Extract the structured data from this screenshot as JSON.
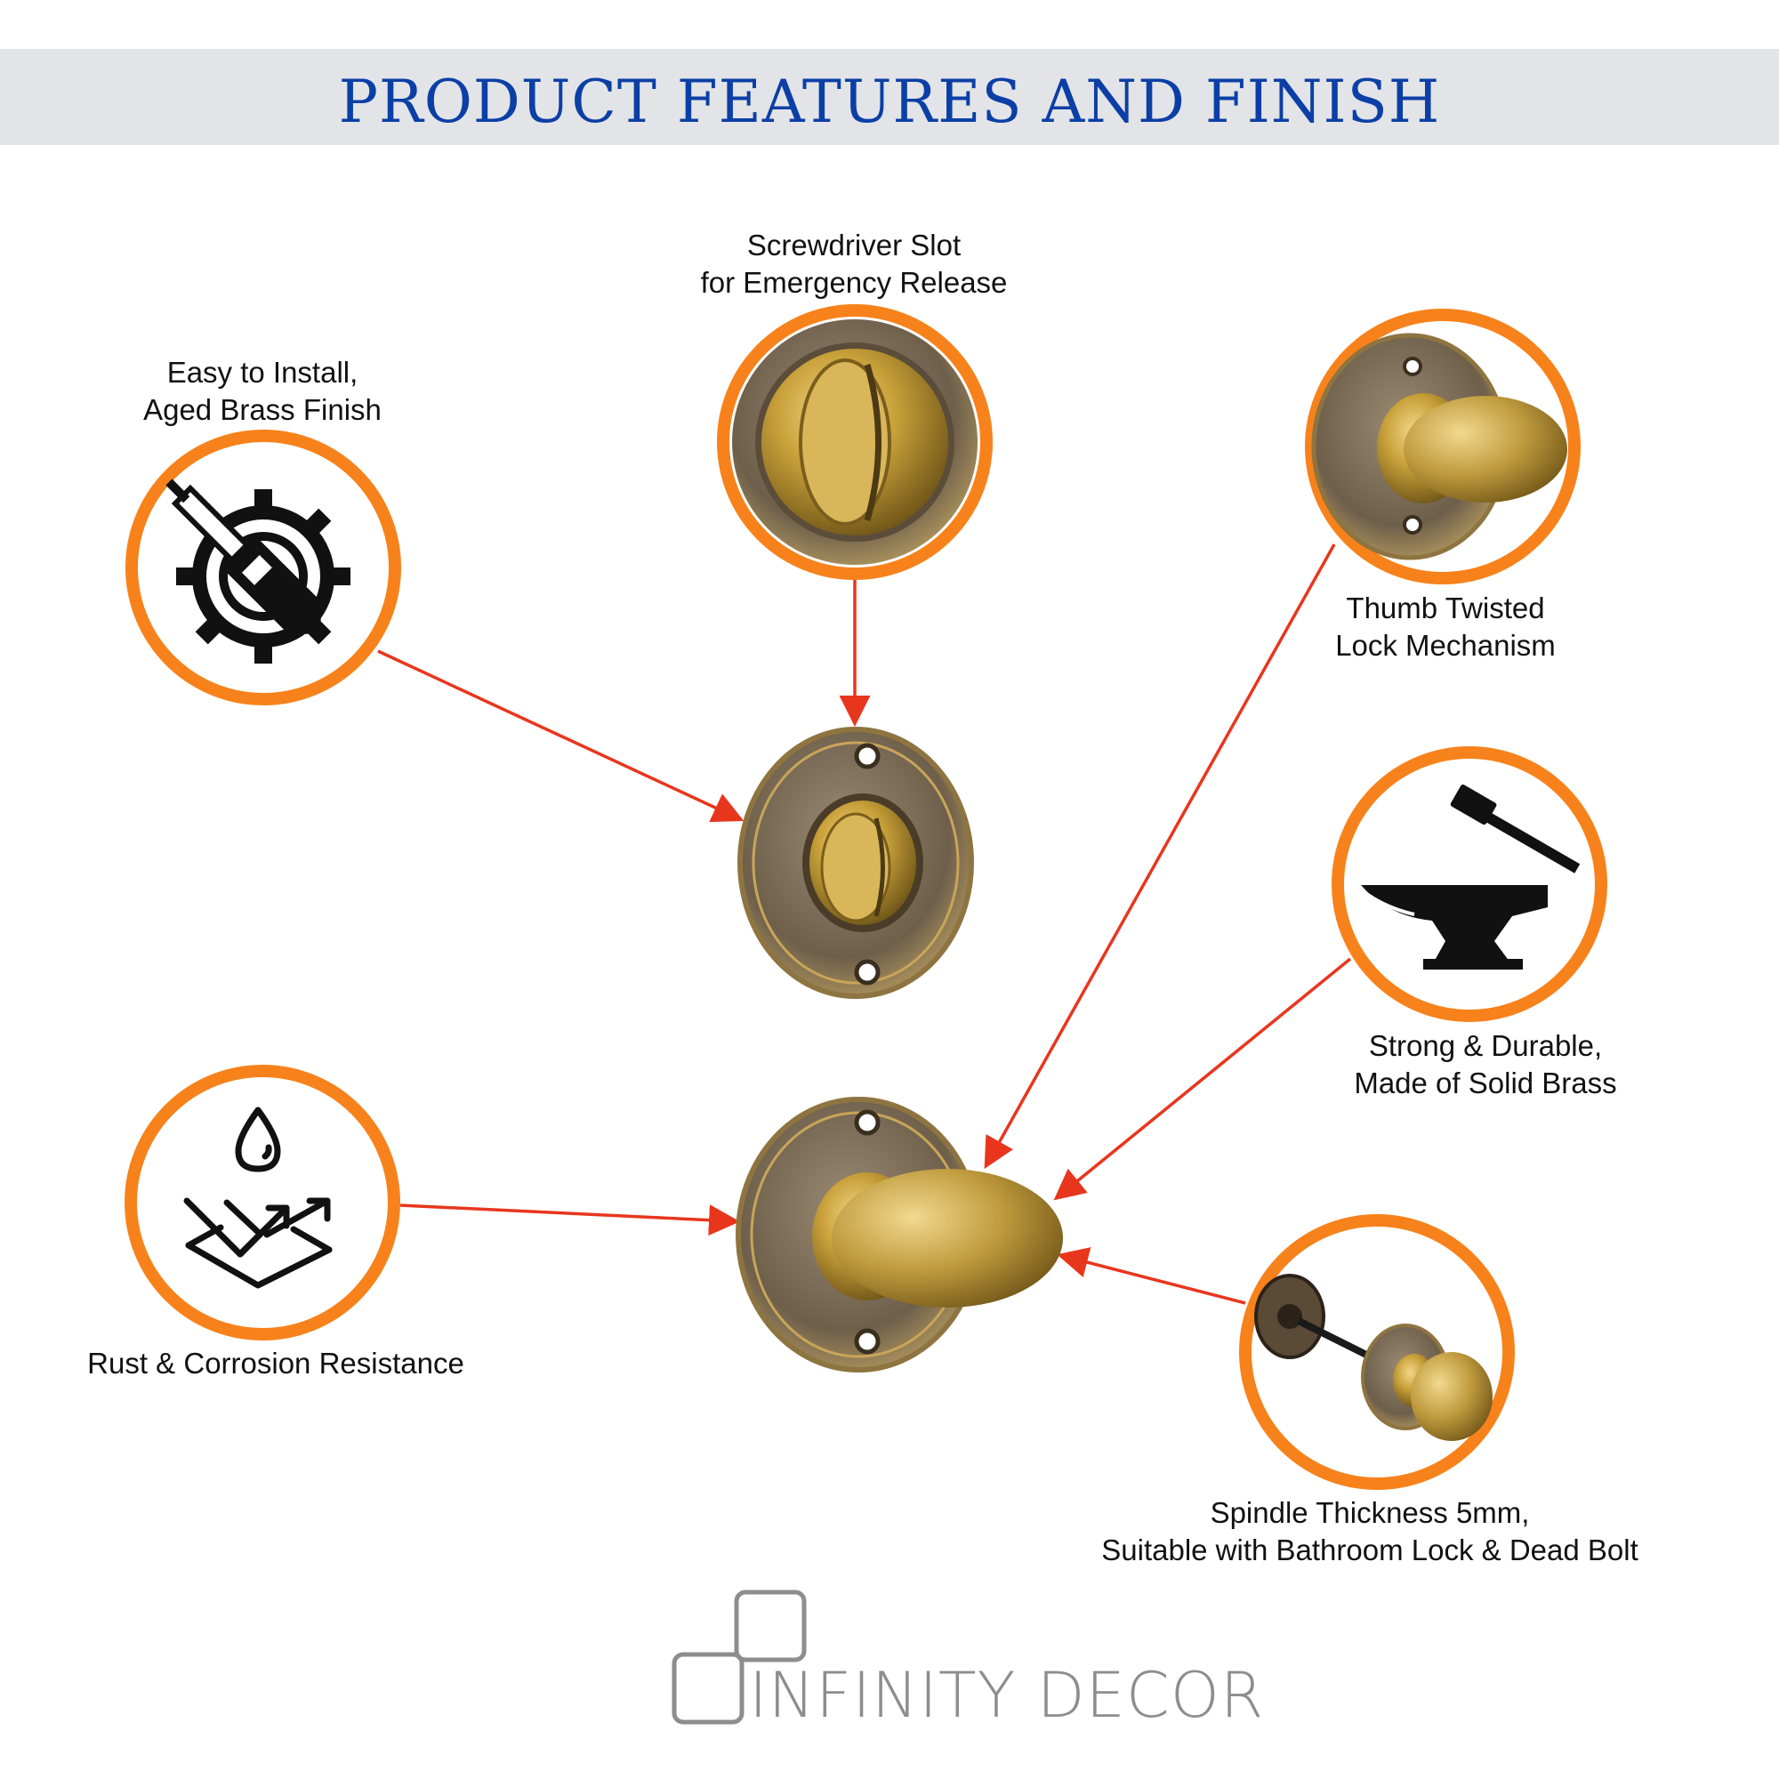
{
  "header": {
    "title": "PRODUCT FEATURES AND FINISH"
  },
  "features": {
    "screwdriver_slot": {
      "line1": "Screwdriver Slot",
      "line2": "for Emergency Release"
    },
    "easy_install": {
      "line1": "Easy to Install,",
      "line2": "Aged Brass Finish"
    },
    "thumb_twist": {
      "line1": "Thumb Twisted",
      "line2": "Lock Mechanism"
    },
    "strong_durable": {
      "line1": "Strong & Durable,",
      "line2": "Made of Solid Brass"
    },
    "rust_resistance": {
      "line1": "Rust & Corrosion Resistance"
    },
    "spindle": {
      "line1": "Spindle Thickness 5mm,",
      "line2": "Suitable with Bathroom Lock & Dead Bolt"
    }
  },
  "brand": {
    "name": "INFINITY DECOR"
  },
  "colors": {
    "accent_ring": "#f7821b",
    "arrow": "#e8361d",
    "title": "#0c3fa6",
    "banner": "#e2e4e7",
    "brass": "#c9a13a"
  },
  "icons": [
    "gear-screwdriver-icon",
    "water-drop-layers-icon",
    "hammer-anvil-icon"
  ]
}
